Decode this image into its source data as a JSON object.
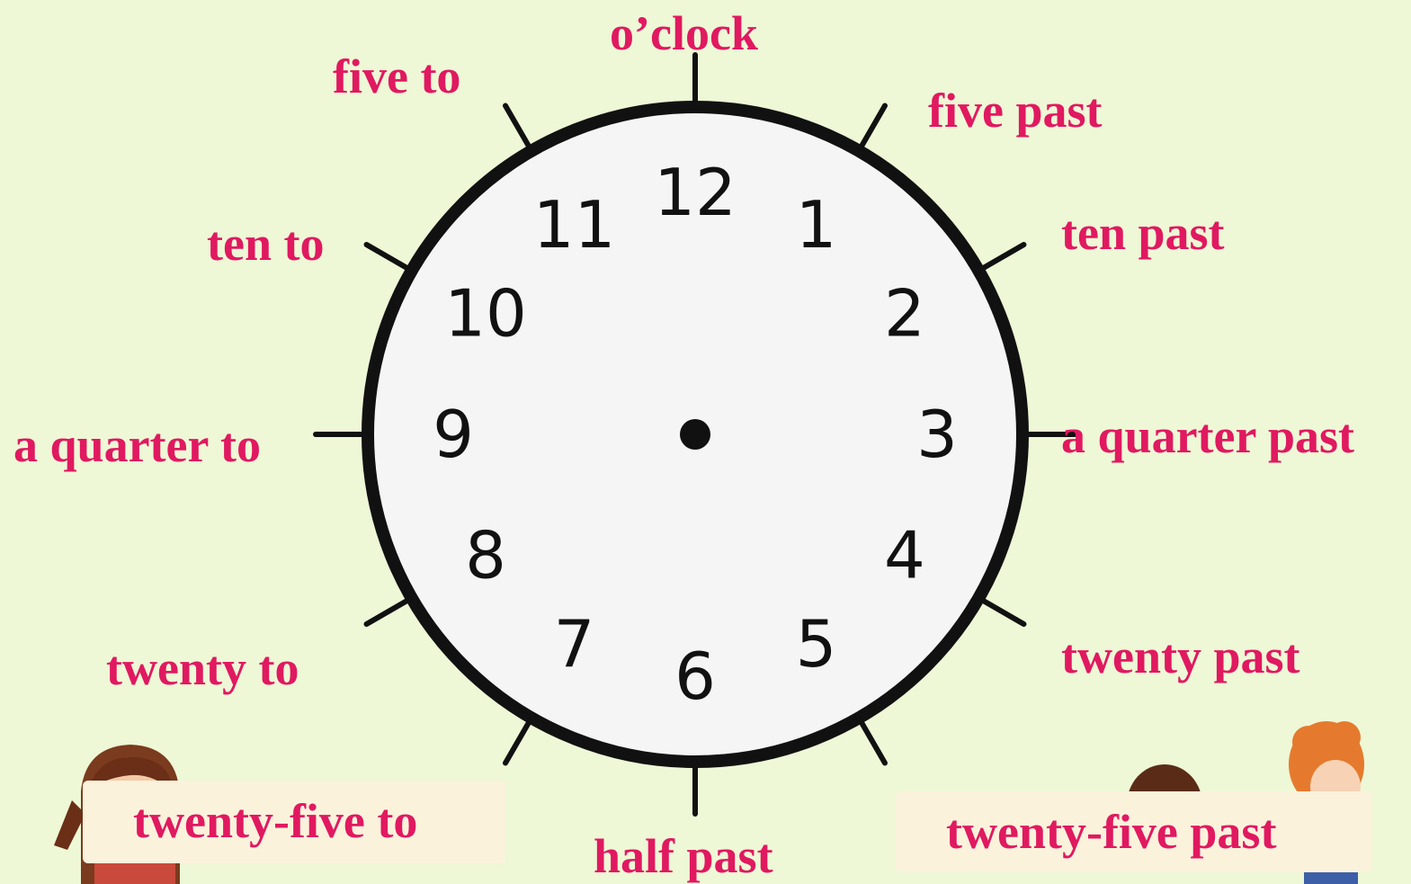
{
  "clock": {
    "numbers": [
      "12",
      "1",
      "2",
      "3",
      "4",
      "5",
      "6",
      "7",
      "8",
      "9",
      "10",
      "11"
    ]
  },
  "labels": {
    "oclock": "o’clock",
    "five_past": "five past",
    "ten_past": "ten past",
    "quarter_past": "a quarter past",
    "twenty_past": "twenty past",
    "twenty_five_past": "twenty-five past",
    "half_past": "half past",
    "twenty_five_to": "twenty-five to",
    "twenty_to": "twenty to",
    "quarter_to": "a quarter to",
    "ten_to": "ten to",
    "five_to": "five to"
  },
  "colors": {
    "background": "#eef7d6",
    "label": "#e01960",
    "clock_face": "#f5f5f5",
    "clock_outline": "#111111",
    "banner": "#fbf2dc"
  }
}
